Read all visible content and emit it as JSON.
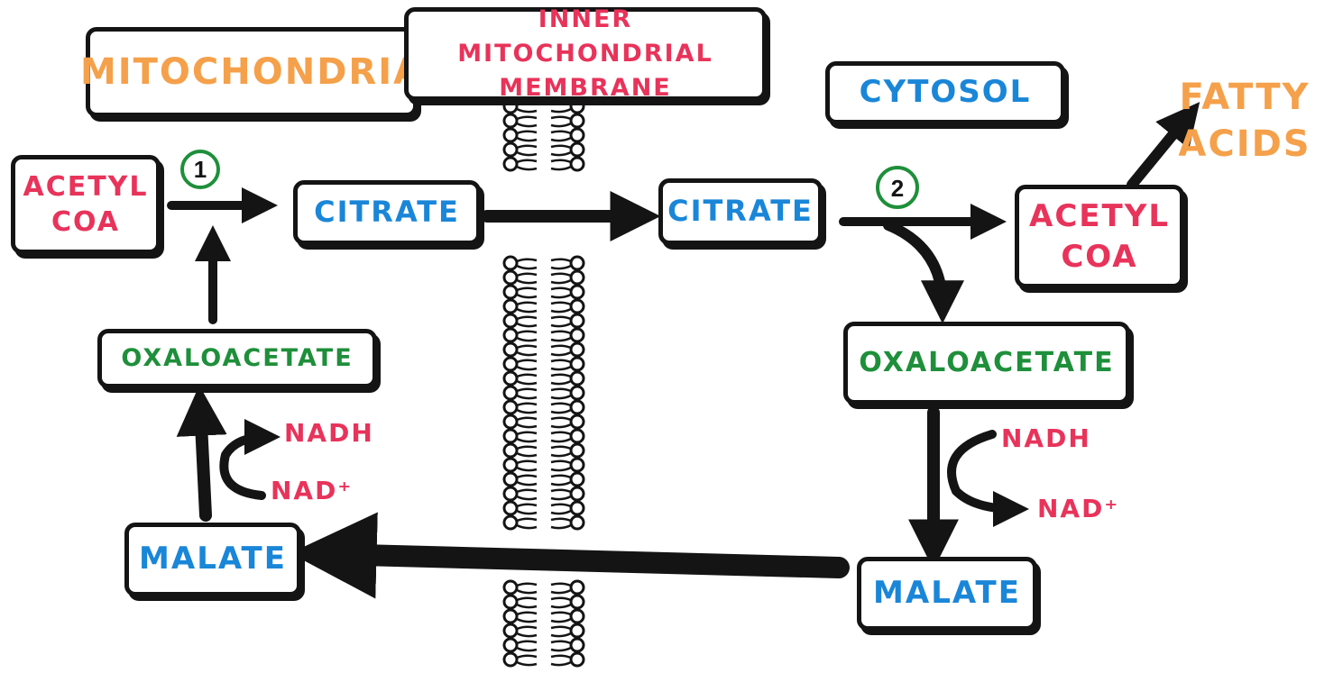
{
  "colors": {
    "ink": "#141414",
    "orange": "#f5a04a",
    "red": "#e8335a",
    "blue": "#1a86d8",
    "green": "#1e8f3a"
  },
  "regions": {
    "mitochondria": "MITOCHONDRIA",
    "membrane": "INNER MITOCHONDRIAL MEMBRANE",
    "cytosol": "CYTOSOL"
  },
  "mito": {
    "acetyl_coa": "ACETYL COA",
    "citrate": "CITRATE",
    "oxaloacetate": "OXALOACETATE",
    "malate": "MALATE",
    "nadh": "NADH",
    "nad_plus": "NAD⁺",
    "step": "1"
  },
  "cyto": {
    "citrate": "CITRATE",
    "acetyl_coa": "ACETYL COA",
    "oxaloacetate": "OXALOACETATE",
    "malate": "MALATE",
    "nadh": "NADH",
    "nad_plus": "NAD⁺",
    "step": "2",
    "fatty_acids": "FATTY ACIDS"
  }
}
